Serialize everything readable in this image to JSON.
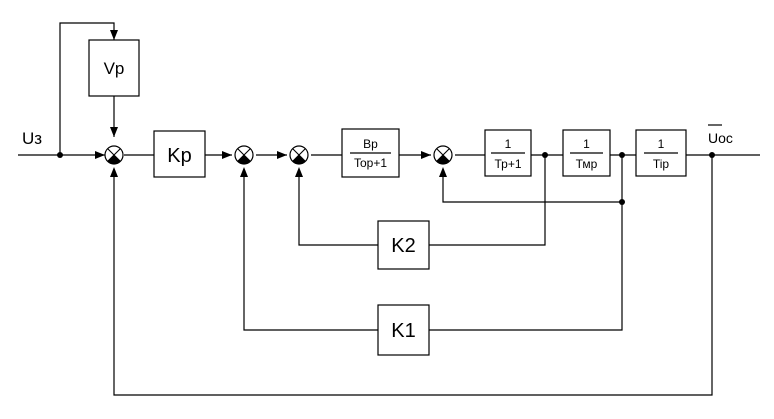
{
  "signals": {
    "input": "Uз",
    "output": "Uoc"
  },
  "blocks": {
    "vp": "Vp",
    "kp": "Kp",
    "wp": {
      "num": "Вр",
      "den": "Top+1"
    },
    "tp": {
      "num": "1",
      "den": "Тр+1"
    },
    "tmp": {
      "num": "1",
      "den": "Тмр"
    },
    "tip": {
      "num": "1",
      "den": "Tip"
    },
    "k2": "K2",
    "k1": "K1"
  }
}
